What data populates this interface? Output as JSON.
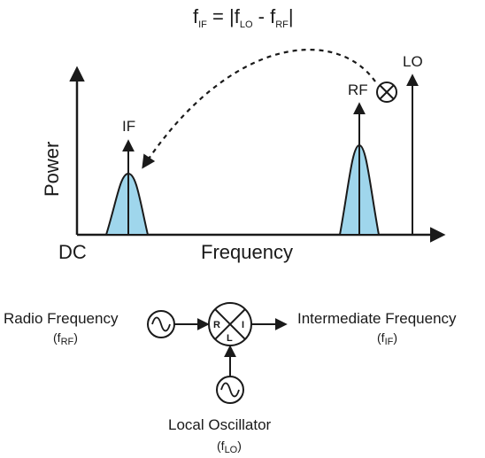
{
  "formula": {
    "f": "f",
    "if_sub": "IF",
    "equals": " = |",
    "lo_sub": "LO",
    "minus": " - ",
    "rf_sub": "RF",
    "bar": "|"
  },
  "axes": {
    "y_label": "Power",
    "x_label": "Frequency",
    "origin_label": "DC"
  },
  "peaks": {
    "if_label": "IF",
    "rf_label": "RF",
    "lo_label": "LO"
  },
  "mixer": {
    "port_r": "R",
    "port_l": "L",
    "port_i": "I"
  },
  "blocks": {
    "rf_name": "Radio Frequency",
    "rf_sym_open": "(f",
    "rf_sym_sub": "RF",
    "rf_sym_close": ")",
    "if_name": "Intermediate Frequency",
    "if_sym_open": "(f",
    "if_sym_sub": "IF",
    "if_sym_close": ")",
    "lo_name": "Local Oscillator",
    "lo_sym_open": "(f",
    "lo_sym_sub": "LO",
    "lo_sym_close": ")"
  },
  "colors": {
    "peak_fill": "#9fd6ec",
    "stroke": "#1a1a1a"
  }
}
